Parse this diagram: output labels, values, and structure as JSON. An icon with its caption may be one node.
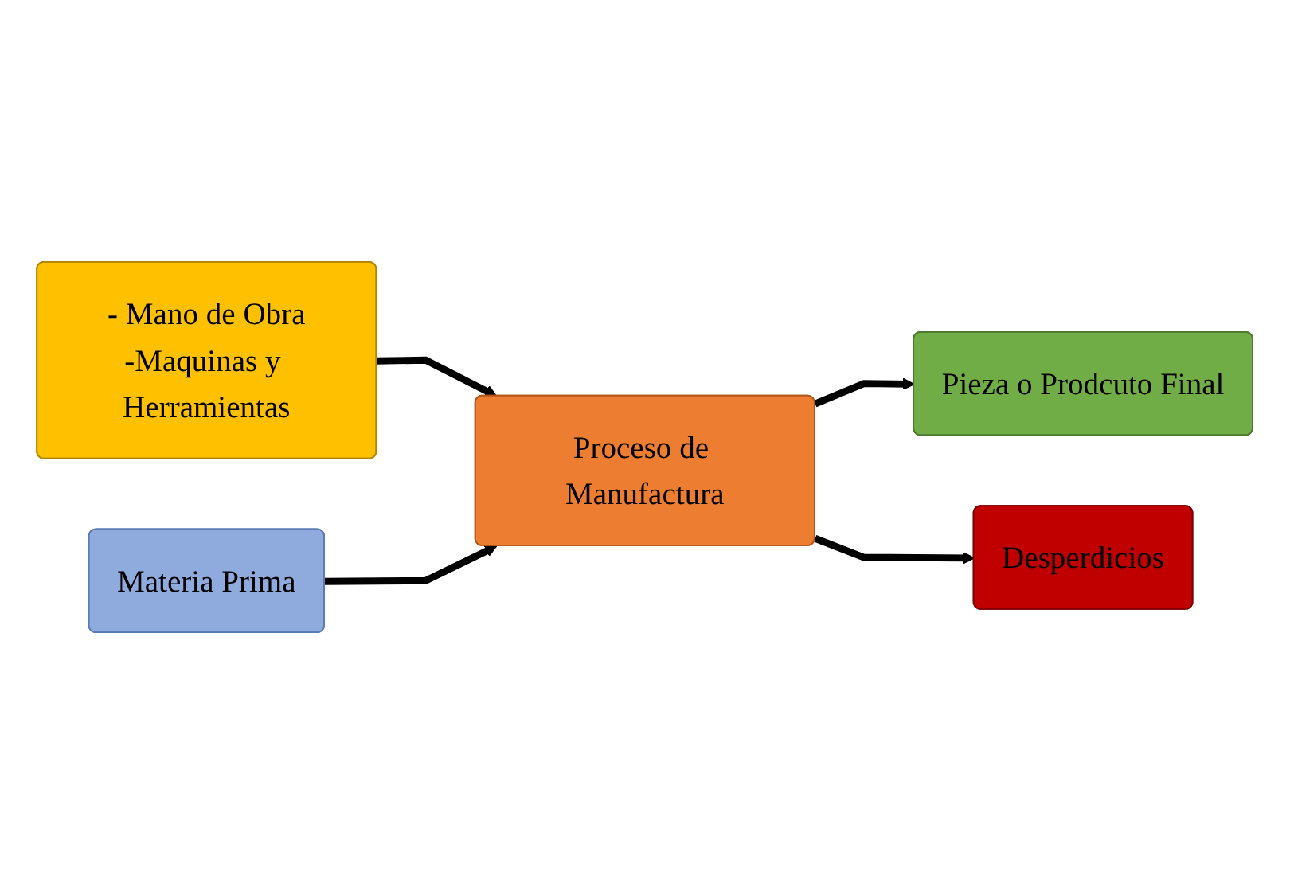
{
  "diagram": {
    "nodes": [
      {
        "text": [
          "- Mano de Obra",
          "-Maquinas y Herramientas"
        ]
      },
      {
        "text": [
          "Materia Prima"
        ]
      },
      {
        "text": [
          "Proceso de Manufactura"
        ]
      },
      {
        "text": [
          "Pieza o Prodcuto Final"
        ]
      },
      {
        "text": [
          "Desperdicios"
        ]
      }
    ],
    "edges": [
      {
        "from": 0,
        "to": 2,
        "arrow": "to"
      },
      {
        "from": 1,
        "to": 2,
        "arrow": "to"
      },
      {
        "from": 2,
        "to": 3,
        "arrow": "to"
      },
      {
        "from": 2,
        "to": 4,
        "arrow": "to"
      }
    ]
  }
}
